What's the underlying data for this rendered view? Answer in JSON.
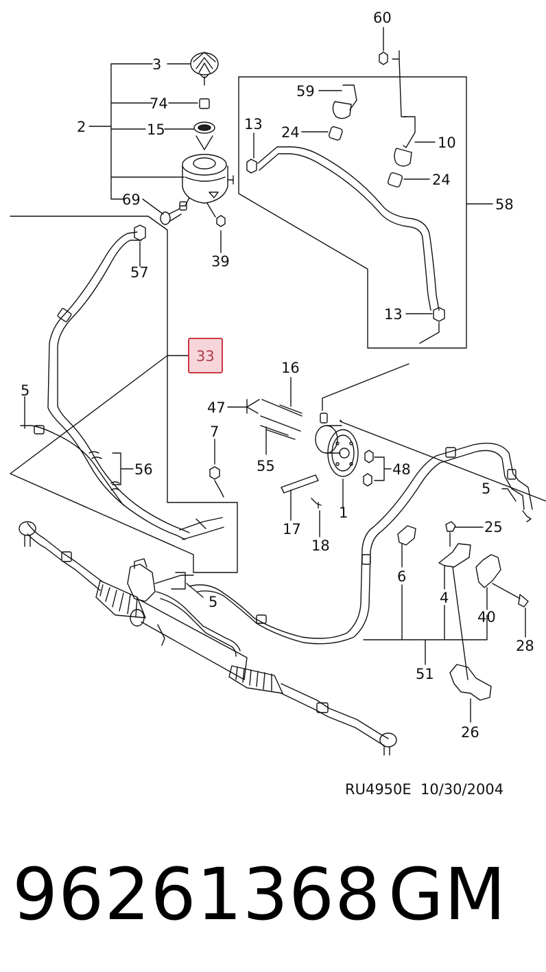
{
  "diagram": {
    "callouts": [
      {
        "id": "c60",
        "text": "60"
      },
      {
        "id": "c3",
        "text": "3"
      },
      {
        "id": "c74",
        "text": "74"
      },
      {
        "id": "c2",
        "text": "2"
      },
      {
        "id": "c15",
        "text": "15"
      },
      {
        "id": "c59",
        "text": "59"
      },
      {
        "id": "c13a",
        "text": "13"
      },
      {
        "id": "c24a",
        "text": "24"
      },
      {
        "id": "c10",
        "text": "10"
      },
      {
        "id": "c24b",
        "text": "24"
      },
      {
        "id": "c58",
        "text": "58"
      },
      {
        "id": "c69",
        "text": "69"
      },
      {
        "id": "c57",
        "text": "57"
      },
      {
        "id": "c39",
        "text": "39"
      },
      {
        "id": "c13b",
        "text": "13"
      },
      {
        "id": "c33",
        "text": "33"
      },
      {
        "id": "c16",
        "text": "16"
      },
      {
        "id": "c47",
        "text": "47"
      },
      {
        "id": "c5a",
        "text": "5"
      },
      {
        "id": "c7",
        "text": "7"
      },
      {
        "id": "c55",
        "text": "55"
      },
      {
        "id": "c48",
        "text": "48"
      },
      {
        "id": "c56",
        "text": "56"
      },
      {
        "id": "c5b",
        "text": "5"
      },
      {
        "id": "c1",
        "text": "1"
      },
      {
        "id": "c17",
        "text": "17"
      },
      {
        "id": "c18",
        "text": "18"
      },
      {
        "id": "c25",
        "text": "25"
      },
      {
        "id": "c6",
        "text": "6"
      },
      {
        "id": "c4",
        "text": "4"
      },
      {
        "id": "c5c",
        "text": "5"
      },
      {
        "id": "c40",
        "text": "40"
      },
      {
        "id": "c28",
        "text": "28"
      },
      {
        "id": "c51",
        "text": "51"
      },
      {
        "id": "c26",
        "text": "26"
      }
    ],
    "highlighted_callout": "33",
    "highlight_color": "#f6d6da",
    "highlight_border": "#c8202e"
  },
  "reference": "RU4950E  10/30/2004",
  "caption": {
    "part_number": "96261368",
    "brand": "GM"
  }
}
